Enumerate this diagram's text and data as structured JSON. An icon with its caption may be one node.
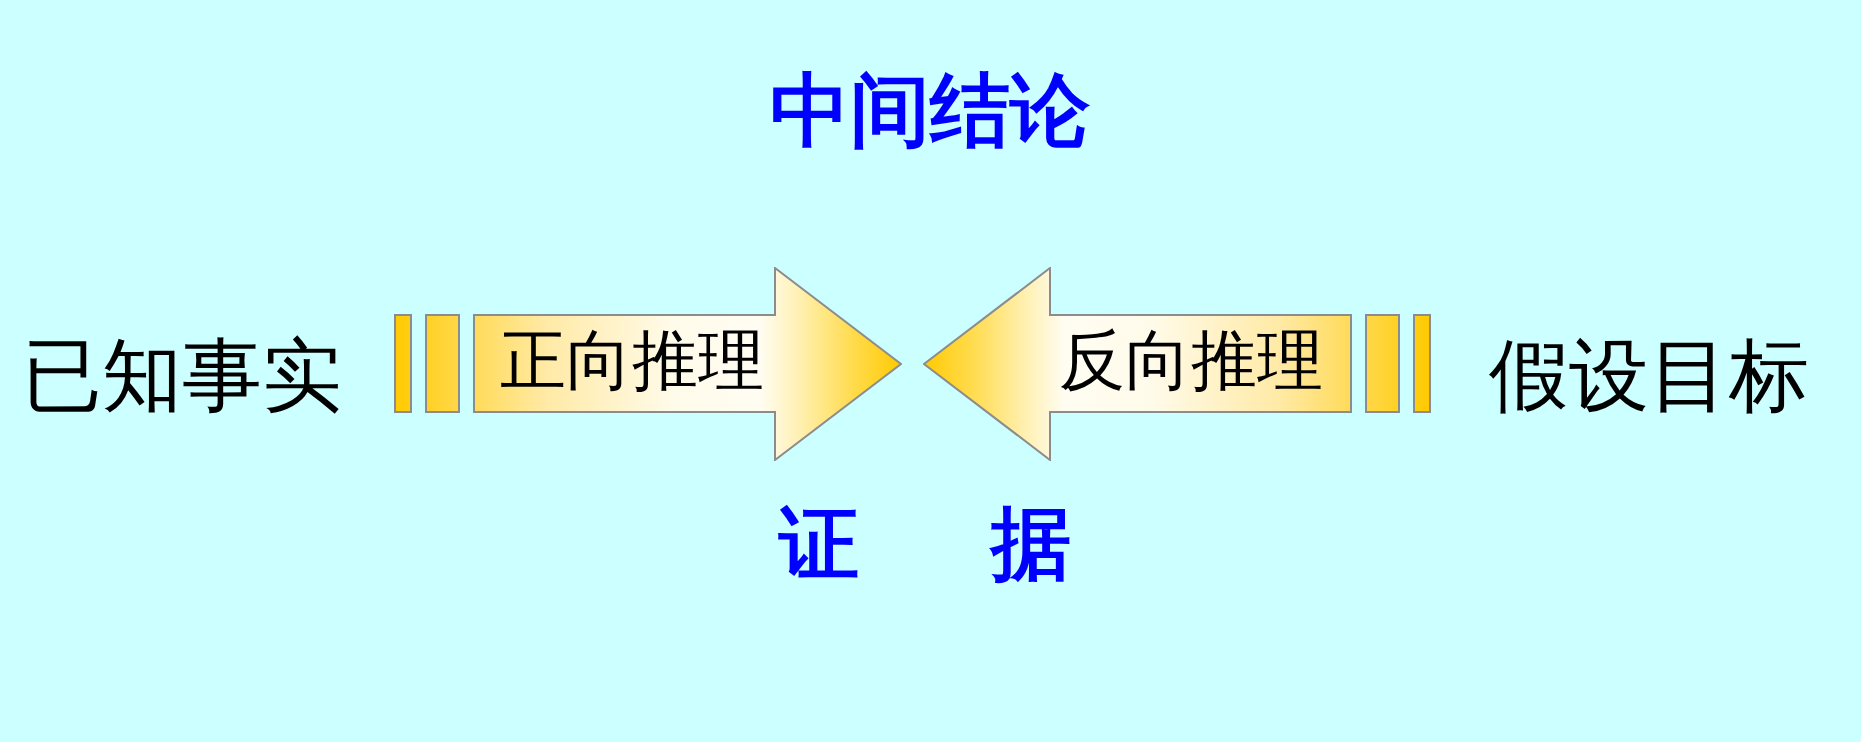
{
  "diagram": {
    "nodes": [
      {
        "text": [
          "正向推理"
        ]
      },
      {
        "text": [
          "反向推理"
        ]
      }
    ],
    "labels": [
      "中间结论",
      "已知事实",
      "假设目标",
      "证 据"
    ]
  }
}
